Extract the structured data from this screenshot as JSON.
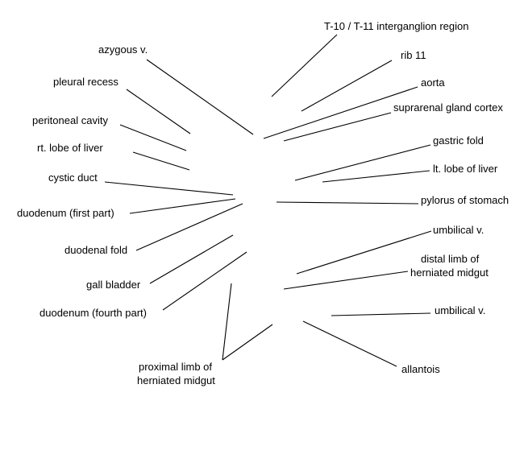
{
  "labels": {
    "t10_t11": "T-10 / T-11 interganglion region",
    "azygous_v": "azygous v.",
    "rib_11": "rib 11",
    "pleural_recess": "pleural recess",
    "aorta": "aorta",
    "suprarenal_gland_cortex": "suprarenal gland cortex",
    "peritoneal_cavity": "peritoneal cavity",
    "rt_lobe_of_liver": "rt. lobe of liver",
    "gastric_fold": "gastric fold",
    "cystic_duct": "cystic duct",
    "lt_lobe_of_liver": "lt. lobe of liver",
    "pylorus_of_stomach": "pylorus of stomach",
    "duodenum_first_part": "duodenum (first part)",
    "umbilical_v_upper": "umbilical v.",
    "duodenal_fold": "duodenal fold",
    "distal_limb_line1": "distal limb of",
    "distal_limb_line2": "herniated midgut",
    "gall_bladder": "gall bladder",
    "duodenum_fourth_part": "duodenum (fourth part)",
    "umbilical_v_lower": "umbilical v.",
    "proximal_limb_line1": "proximal limb of",
    "proximal_limb_line2": "herniated midgut",
    "allantois": "allantois"
  }
}
